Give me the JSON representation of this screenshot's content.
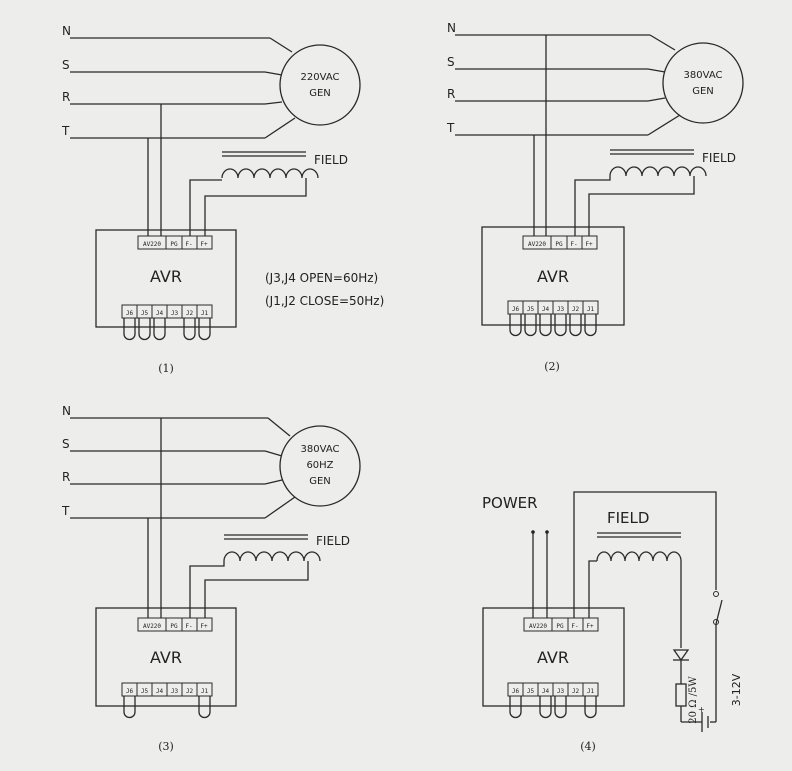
{
  "phases": [
    "N",
    "S",
    "R",
    "T"
  ],
  "terminals_top": [
    "AV220",
    "PG",
    "F-",
    "F+"
  ],
  "jumpers": [
    "J6",
    "J5",
    "J4",
    "J3",
    "J2",
    "J1"
  ],
  "avr_label": "AVR",
  "field_label": "FIELD",
  "d1": {
    "gen_lines": [
      "220VAC",
      "GEN"
    ],
    "caption": "(1)"
  },
  "d2": {
    "gen_lines": [
      "380VAC",
      "GEN"
    ],
    "caption": "(2)"
  },
  "d3": {
    "gen_lines": [
      "380VAC",
      "60HZ",
      "GEN"
    ],
    "caption": "(3)"
  },
  "d4": {
    "power_label": "POWER",
    "field_label": "FIELD",
    "resistor_label": "20 Ω /5W",
    "voltage_label": "3-12V",
    "caption": "(4)"
  },
  "notes": [
    "(J3,J4 OPEN=60Hz)",
    "(J1,J2 CLOSE=50Hz)"
  ]
}
